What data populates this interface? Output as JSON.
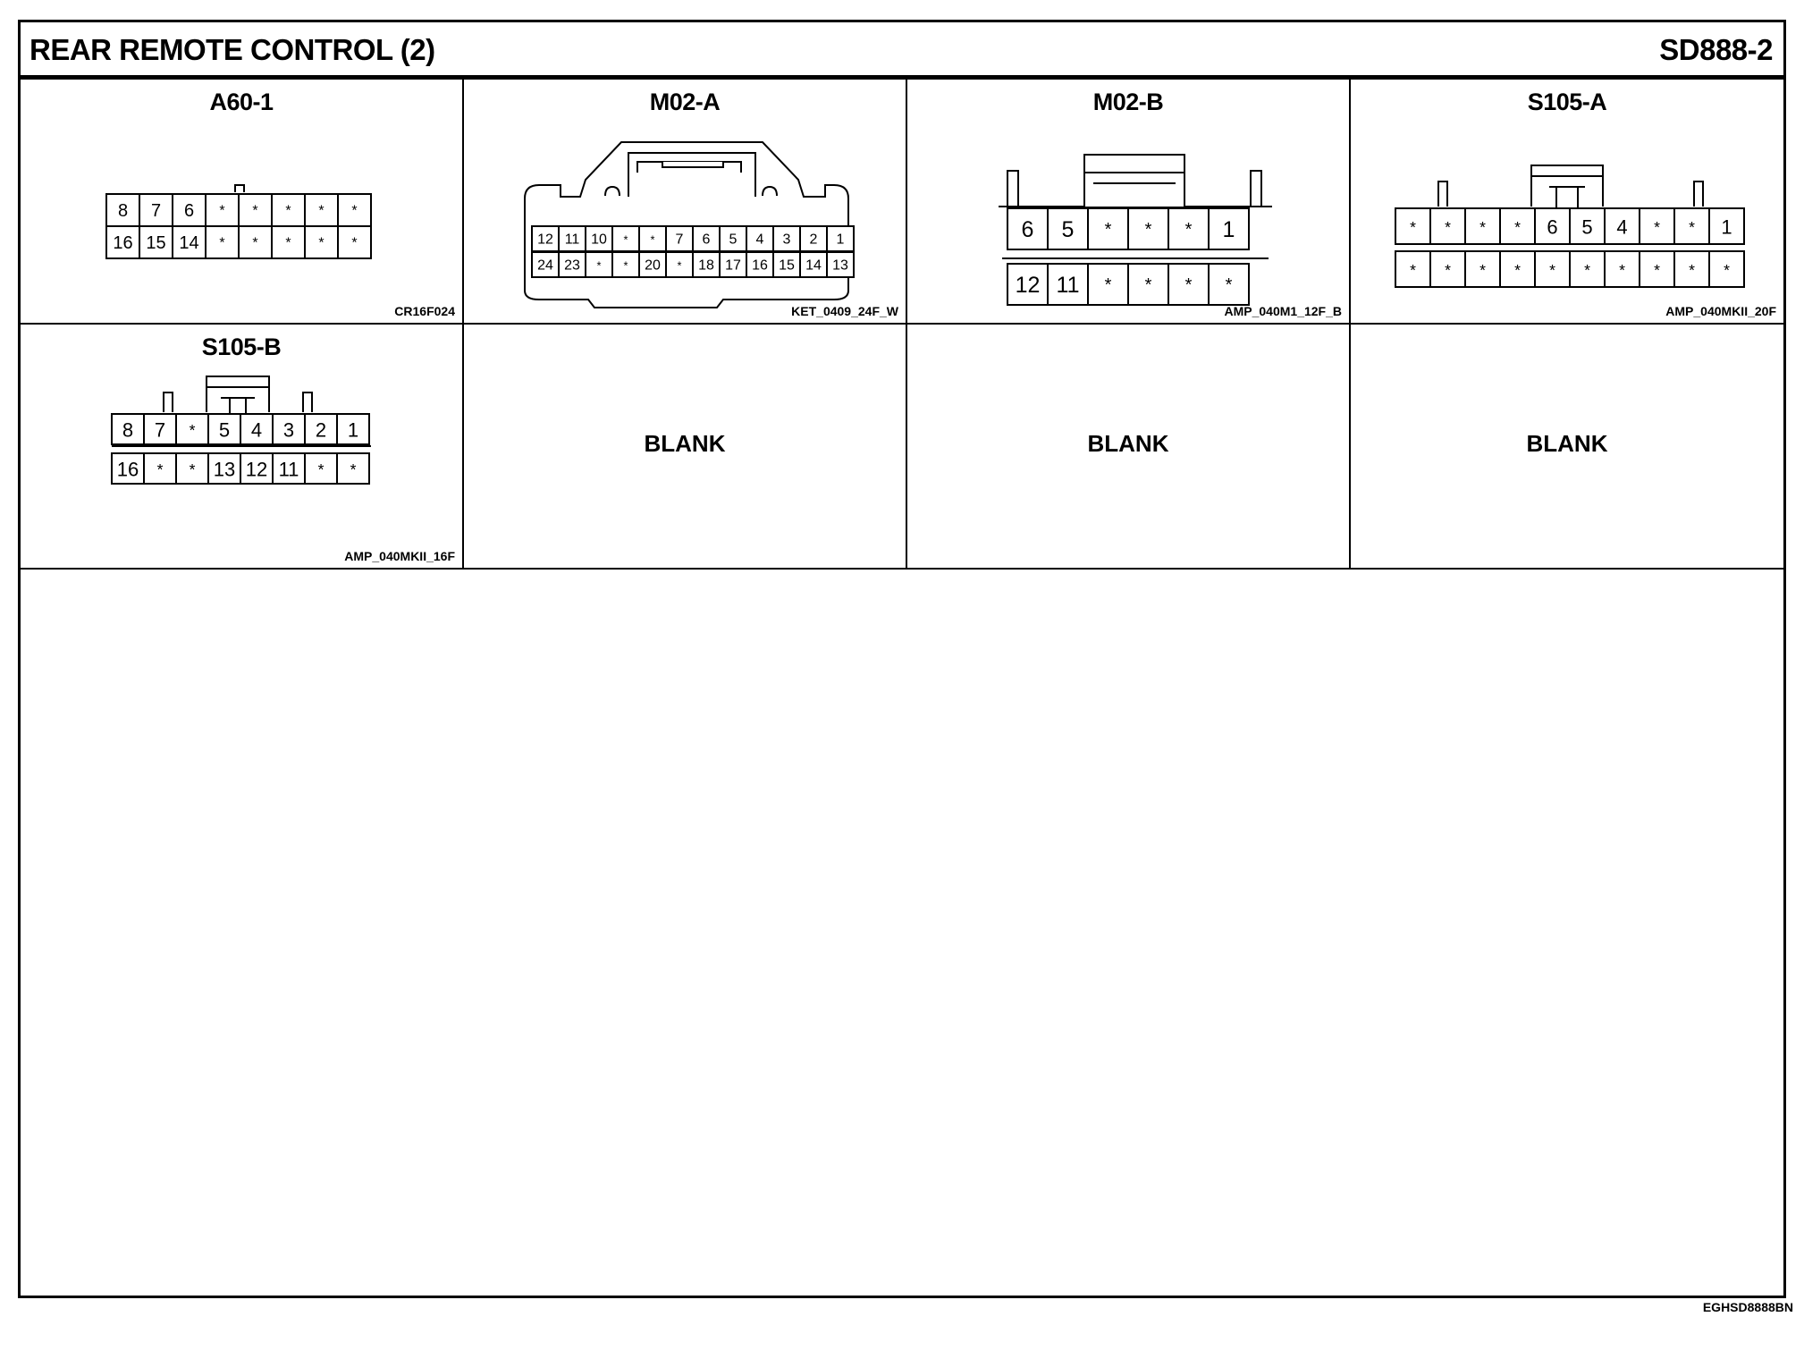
{
  "header": {
    "title": "REAR REMOTE CONTROL (2)",
    "code": "SD888-2"
  },
  "connectors": [
    {
      "name": "A60-1",
      "part_no": "CR16F024",
      "rows": [
        [
          "8",
          "7",
          "6",
          "*",
          "*",
          "*",
          "*",
          "*"
        ],
        [
          "16",
          "15",
          "14",
          "*",
          "*",
          "*",
          "*",
          "*"
        ]
      ]
    },
    {
      "name": "M02-A",
      "part_no": "KET_0409_24F_W",
      "rows": [
        [
          "12",
          "11",
          "10",
          "*",
          "*",
          "7",
          "6",
          "5",
          "4",
          "3",
          "2",
          "1"
        ],
        [
          "24",
          "23",
          "*",
          "*",
          "20",
          "*",
          "18",
          "17",
          "16",
          "15",
          "14",
          "13"
        ]
      ]
    },
    {
      "name": "M02-B",
      "part_no": "AMP_040M1_12F_B",
      "rows": [
        [
          "6",
          "5",
          "*",
          "*",
          "*",
          "1"
        ],
        [
          "12",
          "11",
          "*",
          "*",
          "*",
          "*"
        ]
      ]
    },
    {
      "name": "S105-A",
      "part_no": "AMP_040MKII_20F",
      "rows": [
        [
          "*",
          "*",
          "*",
          "*",
          "6",
          "5",
          "4",
          "*",
          "*",
          "1"
        ],
        [
          "*",
          "*",
          "*",
          "*",
          "*",
          "*",
          "*",
          "*",
          "*",
          "*"
        ]
      ]
    },
    {
      "name": "S105-B",
      "part_no": "AMP_040MKII_16F",
      "rows": [
        [
          "8",
          "7",
          "*",
          "5",
          "4",
          "3",
          "2",
          "1"
        ],
        [
          "16",
          "*",
          "*",
          "13",
          "12",
          "11",
          "*",
          "*"
        ]
      ]
    }
  ],
  "blank_label": "BLANK",
  "footer": {
    "code": "EGHSD8888BN"
  }
}
